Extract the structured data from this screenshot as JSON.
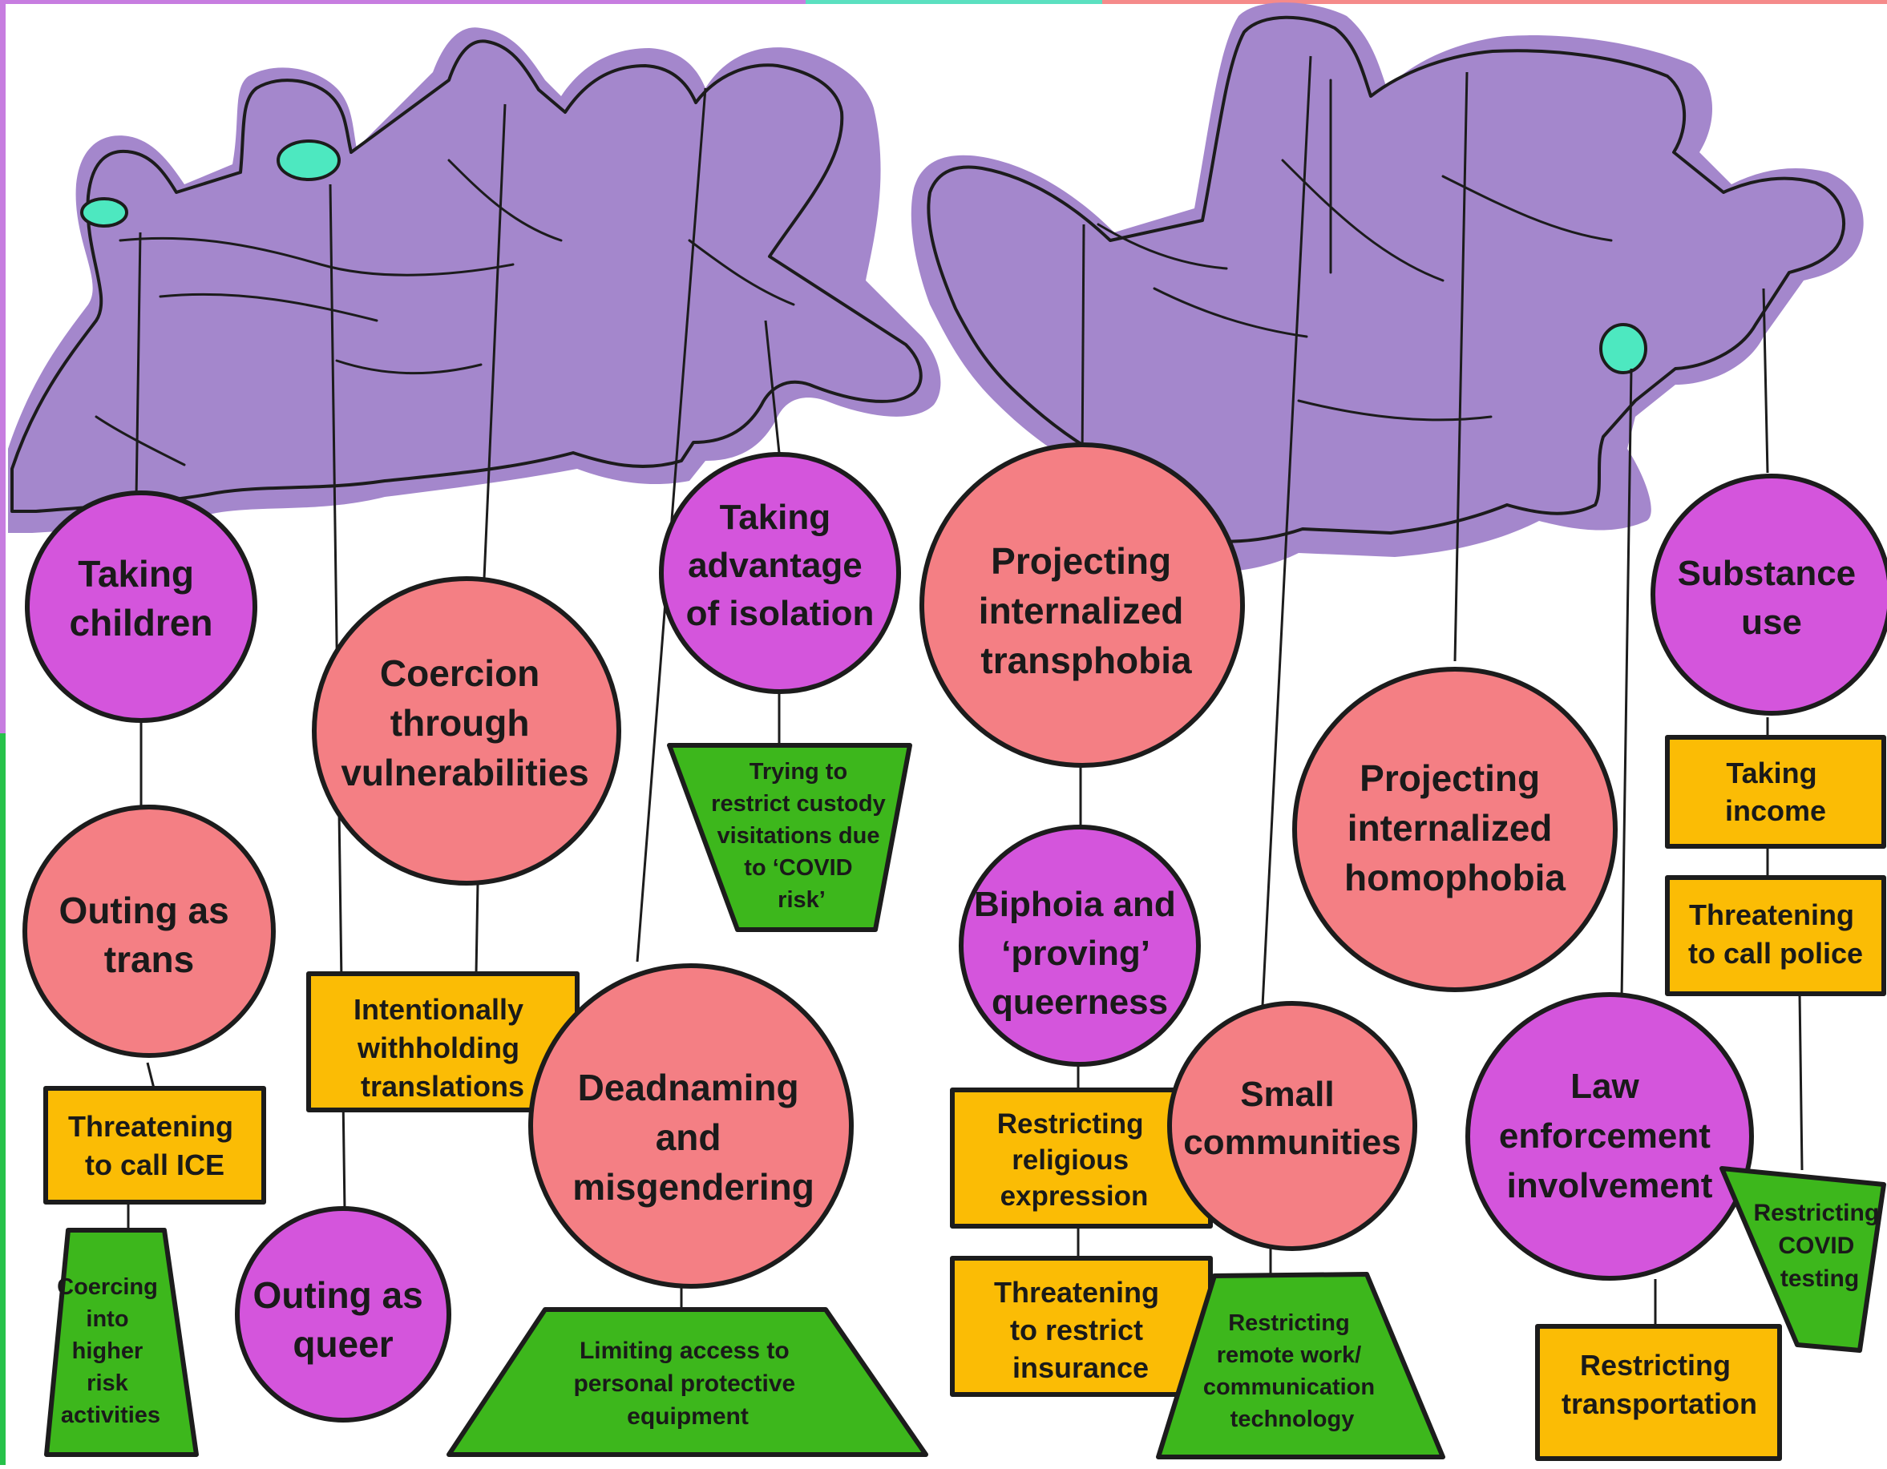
{
  "colors": {
    "hand_fill": "#a487cc",
    "hand_stroke": "#1c1c1c",
    "nail": "#4de8c0",
    "circle_pink": "#f47f84",
    "circle_magenta": "#d455dc",
    "box_yellow": "#fbbc05",
    "trap_green": "#3db71c",
    "string": "#1c1c1c",
    "border_top_left": "#c77de0",
    "border_top_mid": "#5be0c0",
    "border_top_right": "#f58a8a",
    "border_left_top": "#c77de0",
    "border_left_bottom": "#27c24a"
  },
  "hands": [
    {
      "name": "left-puppeteer-hand",
      "icon": "puppeteer-hand-icon"
    },
    {
      "name": "right-puppeteer-hand",
      "icon": "puppeteer-hand-icon"
    }
  ],
  "tactics": [
    {
      "id": "taking-children",
      "shape": "circle",
      "color": "magenta",
      "lines": [
        "Taking",
        "children"
      ]
    },
    {
      "id": "outing-as-trans",
      "shape": "circle",
      "color": "pink",
      "lines": [
        "Outing as",
        "trans"
      ]
    },
    {
      "id": "threatening-ice",
      "shape": "box",
      "color": "yellow",
      "lines": [
        "Threatening",
        "to call ICE"
      ]
    },
    {
      "id": "coercing-risk",
      "shape": "trapezoid",
      "color": "green",
      "lines": [
        "Coercing",
        "into",
        "higher",
        "risk",
        "activities"
      ]
    },
    {
      "id": "coercion-vulnerabilities",
      "shape": "circle",
      "color": "pink",
      "lines": [
        "Coercion",
        "through",
        "vulnerabilities"
      ]
    },
    {
      "id": "withholding-translations",
      "shape": "box",
      "color": "yellow",
      "lines": [
        "Intentionally",
        "withholding",
        "translations"
      ]
    },
    {
      "id": "outing-as-queer",
      "shape": "circle",
      "color": "magenta",
      "lines": [
        "Outing as",
        "queer"
      ]
    },
    {
      "id": "taking-advantage-isolation",
      "shape": "circle",
      "color": "magenta",
      "lines": [
        "Taking",
        "advantage",
        "of isolation"
      ]
    },
    {
      "id": "restrict-custody",
      "shape": "trapezoid",
      "color": "green",
      "lines": [
        "Trying to",
        "restrict custody",
        "visitations due",
        "to ‘COVID",
        "risk’"
      ]
    },
    {
      "id": "deadnaming",
      "shape": "circle",
      "color": "pink",
      "lines": [
        "Deadnaming",
        "and",
        "misgendering"
      ]
    },
    {
      "id": "limiting-ppe",
      "shape": "trapezoid",
      "color": "green",
      "lines": [
        "Limiting access to",
        "personal protective",
        "equipment"
      ]
    },
    {
      "id": "internalized-transphobia",
      "shape": "circle",
      "color": "pink",
      "lines": [
        "Projecting",
        "internalized",
        "transphobia"
      ]
    },
    {
      "id": "biphobia-proving",
      "shape": "circle",
      "color": "magenta",
      "lines": [
        "Biphoia and",
        "‘proving’",
        "queerness"
      ]
    },
    {
      "id": "restricting-religious",
      "shape": "box",
      "color": "yellow",
      "lines": [
        "Restricting",
        "religious",
        "expression"
      ]
    },
    {
      "id": "threatening-insurance",
      "shape": "box",
      "color": "yellow",
      "lines": [
        "Threatening",
        "to restrict",
        "insurance"
      ]
    },
    {
      "id": "small-communities",
      "shape": "circle",
      "color": "pink",
      "lines": [
        "Small",
        "communities"
      ]
    },
    {
      "id": "restricting-remote-work",
      "shape": "trapezoid",
      "color": "green",
      "lines": [
        "Restricting",
        "remote work/",
        "communication",
        "technology"
      ]
    },
    {
      "id": "internalized-homophobia",
      "shape": "circle",
      "color": "pink",
      "lines": [
        "Projecting",
        "internalized",
        "homophobia"
      ]
    },
    {
      "id": "law-enforcement",
      "shape": "circle",
      "color": "magenta",
      "lines": [
        "Law",
        "enforcement",
        "involvement"
      ]
    },
    {
      "id": "restricting-transportation",
      "shape": "box",
      "color": "yellow",
      "lines": [
        "Restricting",
        "transportation"
      ]
    },
    {
      "id": "substance-use",
      "shape": "circle",
      "color": "magenta",
      "lines": [
        "Substance",
        "use"
      ]
    },
    {
      "id": "taking-income",
      "shape": "box",
      "color": "yellow",
      "lines": [
        "Taking",
        "income"
      ]
    },
    {
      "id": "threatening-police",
      "shape": "box",
      "color": "yellow",
      "lines": [
        "Threatening",
        "to call police"
      ]
    },
    {
      "id": "restricting-covid-testing",
      "shape": "trapezoid",
      "color": "green",
      "lines": [
        "Restricting",
        "COVID",
        "testing"
      ]
    }
  ]
}
